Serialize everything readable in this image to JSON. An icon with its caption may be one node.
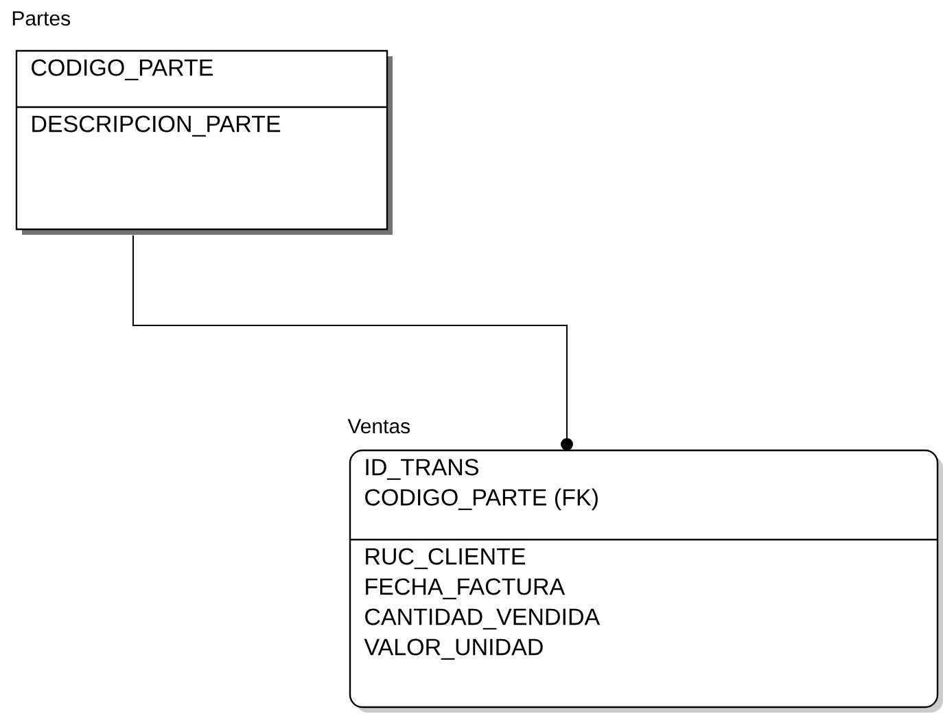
{
  "diagram": {
    "nodes": [
      {
        "text": [
          "Partes"
        ]
      },
      {
        "text": [
          "CODIGO_PARTE"
        ],
        "in": 0
      },
      {
        "text": [
          "DESCRIPCION_PARTE"
        ],
        "in": 0
      },
      {
        "text": [
          "Ventas"
        ]
      },
      {
        "text": [
          "ID_TRANS",
          "CODIGO_PARTE (FK)"
        ],
        "in": 3
      },
      {
        "text": [
          "RUC_CLIENTE",
          "FECHA_FACTURA",
          "CANTIDAD_VENDIDA",
          "VALOR_UNIDAD"
        ],
        "in": 3
      }
    ],
    "edges": [
      {
        "from": 0,
        "to": 3,
        "arrow": "other"
      }
    ]
  }
}
